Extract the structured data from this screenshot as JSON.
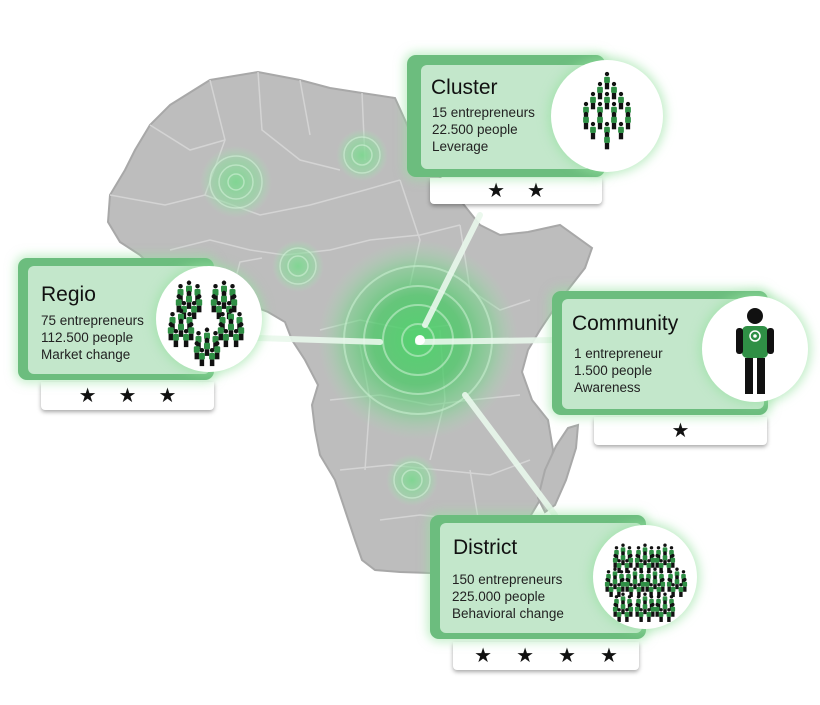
{
  "colors": {
    "accent": "#3aa14f",
    "card_border": "#6cbd7e",
    "card_fill": "#c3e7cb",
    "map": "#bdbdbd",
    "person_green": "#2f8f45"
  },
  "cards": {
    "cluster": {
      "title": "Cluster",
      "line1": "15 entrepreneurs",
      "line2": "22.500 people",
      "line3": "Leverage",
      "stars": 2,
      "icon": "crowd-pyramid-icon"
    },
    "regio": {
      "title": "Regio",
      "line1": "75 entrepreneurs",
      "line2": "112.500 people",
      "line3": "Market change",
      "stars": 3,
      "icon": "five-groups-icon"
    },
    "community": {
      "title": "Community",
      "line1": "1 entrepreneur",
      "line2": "1.500 people",
      "line3": "Awareness",
      "stars": 1,
      "icon": "single-person-icon"
    },
    "district": {
      "title": "District",
      "line1": "150 entrepreneurs",
      "line2": "225.000 people",
      "line3": "Behavioral change",
      "stars": 4,
      "icon": "many-groups-icon"
    }
  }
}
